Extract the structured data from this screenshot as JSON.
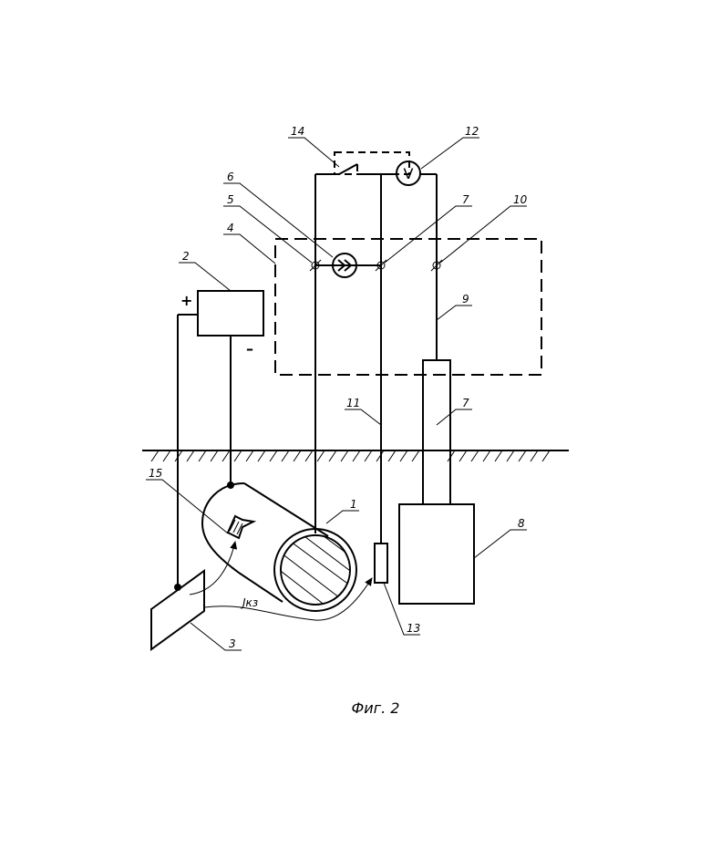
{
  "figure": {
    "caption": "Фиг. 2",
    "current_label": "Jкз",
    "plus_sign": "+",
    "minus_sign": "–",
    "voltmeter_symbol": "V"
  },
  "callouts": [
    {
      "id": "1",
      "text": "1"
    },
    {
      "id": "2",
      "text": "2"
    },
    {
      "id": "3",
      "text": "3"
    },
    {
      "id": "4",
      "text": "4"
    },
    {
      "id": "5",
      "text": "5"
    },
    {
      "id": "6",
      "text": "6"
    },
    {
      "id": "7a",
      "text": "7"
    },
    {
      "id": "7b",
      "text": "7"
    },
    {
      "id": "8",
      "text": "8"
    },
    {
      "id": "9",
      "text": "9"
    },
    {
      "id": "10",
      "text": "10"
    },
    {
      "id": "11",
      "text": "11"
    },
    {
      "id": "12",
      "text": "12"
    },
    {
      "id": "13",
      "text": "13"
    },
    {
      "id": "14",
      "text": "14"
    },
    {
      "id": "15",
      "text": "15"
    }
  ]
}
